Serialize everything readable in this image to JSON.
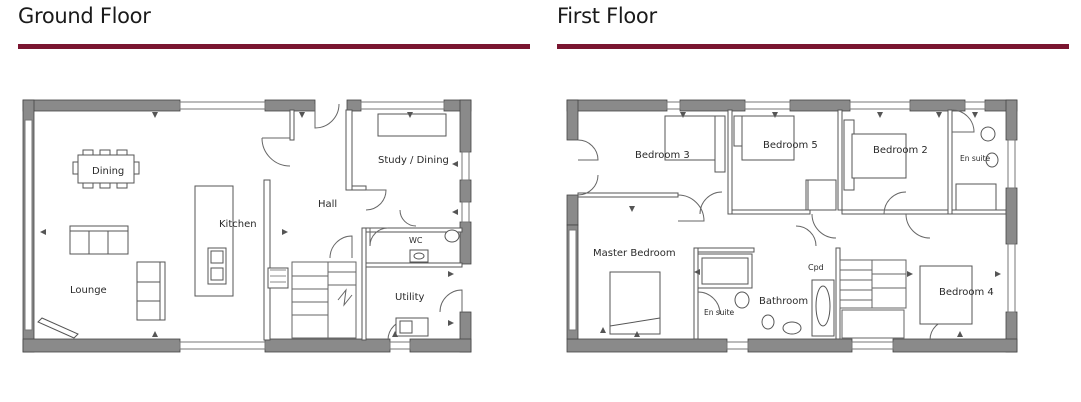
{
  "colors": {
    "accent": "#7a1530",
    "wall": "#7a7a7a",
    "line": "#555555",
    "bg": "#ffffff"
  },
  "ground_floor": {
    "title": "Ground Floor",
    "rooms": {
      "dining": "Dining",
      "kitchen": "Kitchen",
      "lounge": "Lounge",
      "hall": "Hall",
      "study": "Study / Dining",
      "wc": "WC",
      "utility": "Utility"
    }
  },
  "first_floor": {
    "title": "First Floor",
    "rooms": {
      "bedroom3": "Bedroom 3",
      "bedroom5": "Bedroom 5",
      "bedroom2": "Bedroom 2",
      "ensuite_top": "En suite",
      "master": "Master Bedroom",
      "cpd": "Cpd",
      "bathroom": "Bathroom",
      "ensuite_bottom": "En suite",
      "bedroom4": "Bedroom 4"
    }
  }
}
